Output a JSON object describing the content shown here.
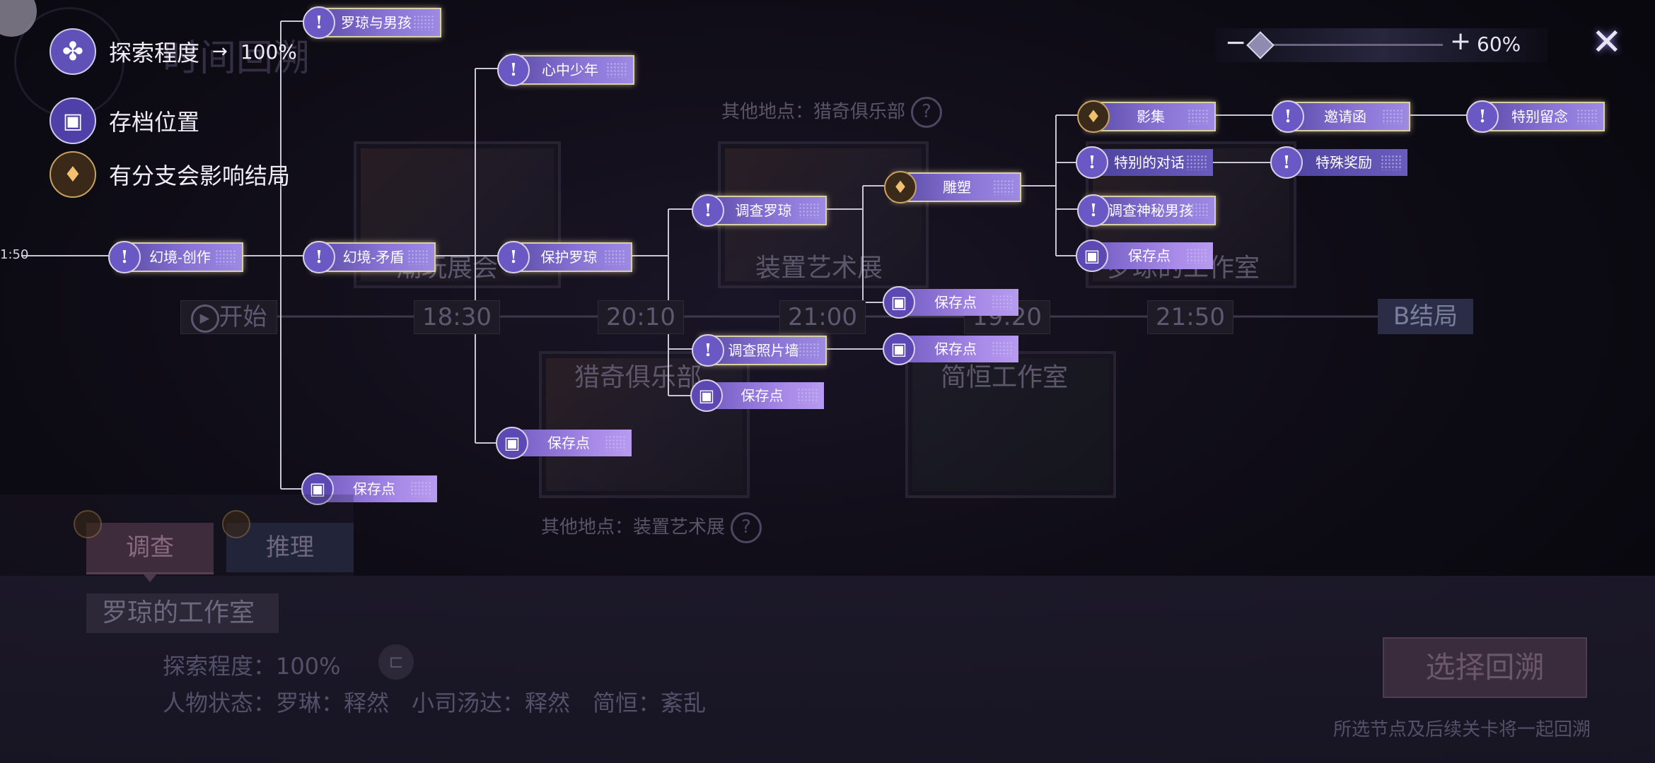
{
  "legend": {
    "exploration_label": "探索程度",
    "exploration_arrow": "→",
    "exploration_value": "100%",
    "save_label": "存档位置",
    "branch_label": "有分支会影响结局"
  },
  "zoom": {
    "minus": "−",
    "plus": "+",
    "value": "60%"
  },
  "close_icon": "✕",
  "timeline": {
    "start": "开始",
    "times": [
      "18:30",
      "20:10",
      "21:00",
      "19:20",
      "21:50"
    ],
    "end": "B结局",
    "left_clip": "1:50"
  },
  "scenes": {
    "s1": "潮玩展会",
    "s2": "装置艺术展",
    "s3": "罗琼的工作室",
    "s4": "猎奇俱乐部",
    "s5": "简恒工作室"
  },
  "other_places": {
    "top": "其他地点：猎奇俱乐部",
    "bottom": "其他地点：装置艺术展",
    "q": "?"
  },
  "nodes": {
    "n_huanjing_chuangzuo": "幻境-创作",
    "n_luoqiong_nanhai": "罗琼与男孩",
    "n_huanjing_maodun": "幻境-矛盾",
    "n_save_1": "保存点",
    "n_xinzhong": "心中少年",
    "n_baohu": "保护罗琼",
    "n_save_2": "保存点",
    "n_diaocha_luoqiong": "调查罗琼",
    "n_diaocha_zhaopian": "调查照片墙",
    "n_save_3": "保存点",
    "n_diaosu": "雕塑",
    "n_save_4": "保存点",
    "n_save_5": "保存点",
    "n_yingji": "影集",
    "n_duihua": "特别的对话",
    "n_nanhai": "调查神秘男孩",
    "n_save_6": "保存点",
    "n_yaoqing": "邀请函",
    "n_jiangli": "特殊奖励",
    "n_liunian": "特别留念"
  },
  "bottom": {
    "tab_investigate": "调查",
    "tab_reason": "推理",
    "location": "罗琼的工作室",
    "exploration": "探索程度：100%",
    "status": "人物状态：罗琳：释然　小司汤达：释然　简恒：紊乱",
    "select_button": "选择回溯",
    "hint": "所选节点及后续关卡将一起回溯"
  },
  "title_bg": "时间回溯"
}
